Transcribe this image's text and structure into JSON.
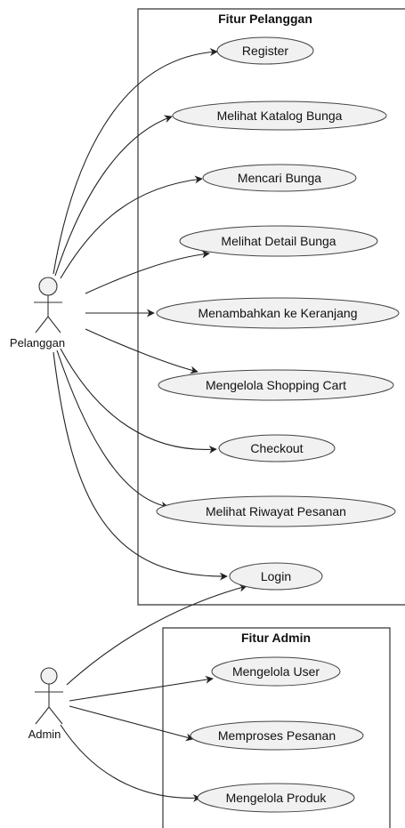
{
  "packages": [
    {
      "title": "Fitur Pelanggan"
    },
    {
      "title": "Fitur Admin"
    }
  ],
  "actors": [
    {
      "label": "Pelanggan"
    },
    {
      "label": "Admin"
    }
  ],
  "use_cases": [
    {
      "label": "Register"
    },
    {
      "label": "Melihat Katalog Bunga"
    },
    {
      "label": "Mencari Bunga"
    },
    {
      "label": "Melihat Detail Bunga"
    },
    {
      "label": "Menambahkan ke Keranjang"
    },
    {
      "label": "Mengelola Shopping Cart"
    },
    {
      "label": "Checkout"
    },
    {
      "label": "Melihat Riwayat Pesanan"
    },
    {
      "label": "Login"
    },
    {
      "label": "Mengelola User"
    },
    {
      "label": "Memproses Pesanan"
    },
    {
      "label": "Mengelola Produk"
    }
  ],
  "associations": [
    {
      "from": "Pelanggan",
      "to": "Register"
    },
    {
      "from": "Pelanggan",
      "to": "Melihat Katalog Bunga"
    },
    {
      "from": "Pelanggan",
      "to": "Mencari Bunga"
    },
    {
      "from": "Pelanggan",
      "to": "Melihat Detail Bunga"
    },
    {
      "from": "Pelanggan",
      "to": "Menambahkan ke Keranjang"
    },
    {
      "from": "Pelanggan",
      "to": "Mengelola Shopping Cart"
    },
    {
      "from": "Pelanggan",
      "to": "Checkout"
    },
    {
      "from": "Pelanggan",
      "to": "Melihat Riwayat Pesanan"
    },
    {
      "from": "Pelanggan",
      "to": "Login"
    },
    {
      "from": "Admin",
      "to": "Login"
    },
    {
      "from": "Admin",
      "to": "Mengelola User"
    },
    {
      "from": "Admin",
      "to": "Memproses Pesanan"
    },
    {
      "from": "Admin",
      "to": "Mengelola Produk"
    }
  ]
}
